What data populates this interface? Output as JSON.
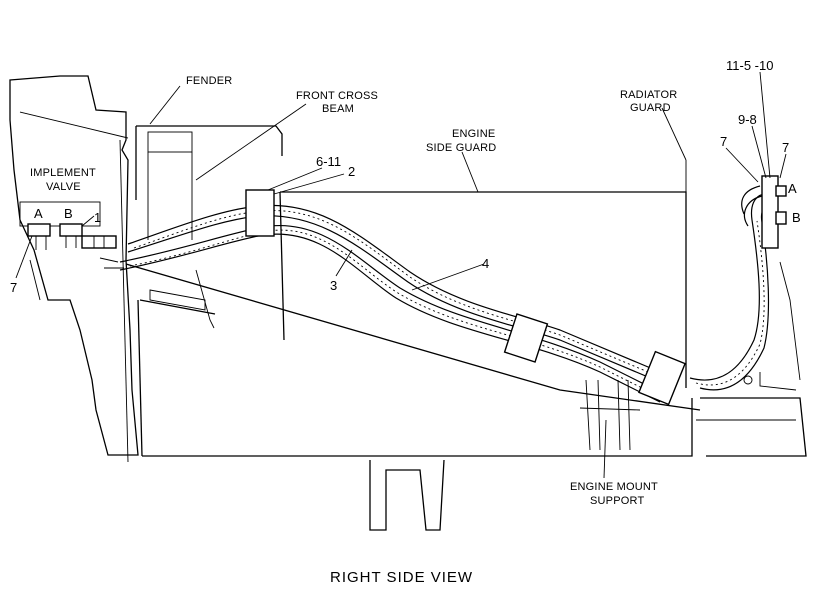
{
  "labels": {
    "fender": "FENDER",
    "front_cross_beam_1": "FRONT CROSS",
    "front_cross_beam_2": "BEAM",
    "implement_valve_1": "IMPLEMENT",
    "implement_valve_2": "VALVE",
    "engine_side_guard_1": "ENGINE",
    "engine_side_guard_2": "SIDE GUARD",
    "radiator_guard_1": "RADIATOR",
    "radiator_guard_2": "GUARD",
    "engine_mount_support_1": "ENGINE MOUNT",
    "engine_mount_support_2": "SUPPORT",
    "port_a_left": "A",
    "port_b_left": "B",
    "port_a_right": "A",
    "port_b_right": "B"
  },
  "callouts": {
    "c1": "1",
    "c7_left": "7",
    "c6_11": "6-11",
    "c2": "2",
    "c3": "3",
    "c4": "4",
    "c11_5_10": "11-5 -10",
    "c9_8": "9-8",
    "c7_right_a": "7",
    "c7_right_b": "7"
  },
  "caption": "RIGHT SIDE VIEW"
}
